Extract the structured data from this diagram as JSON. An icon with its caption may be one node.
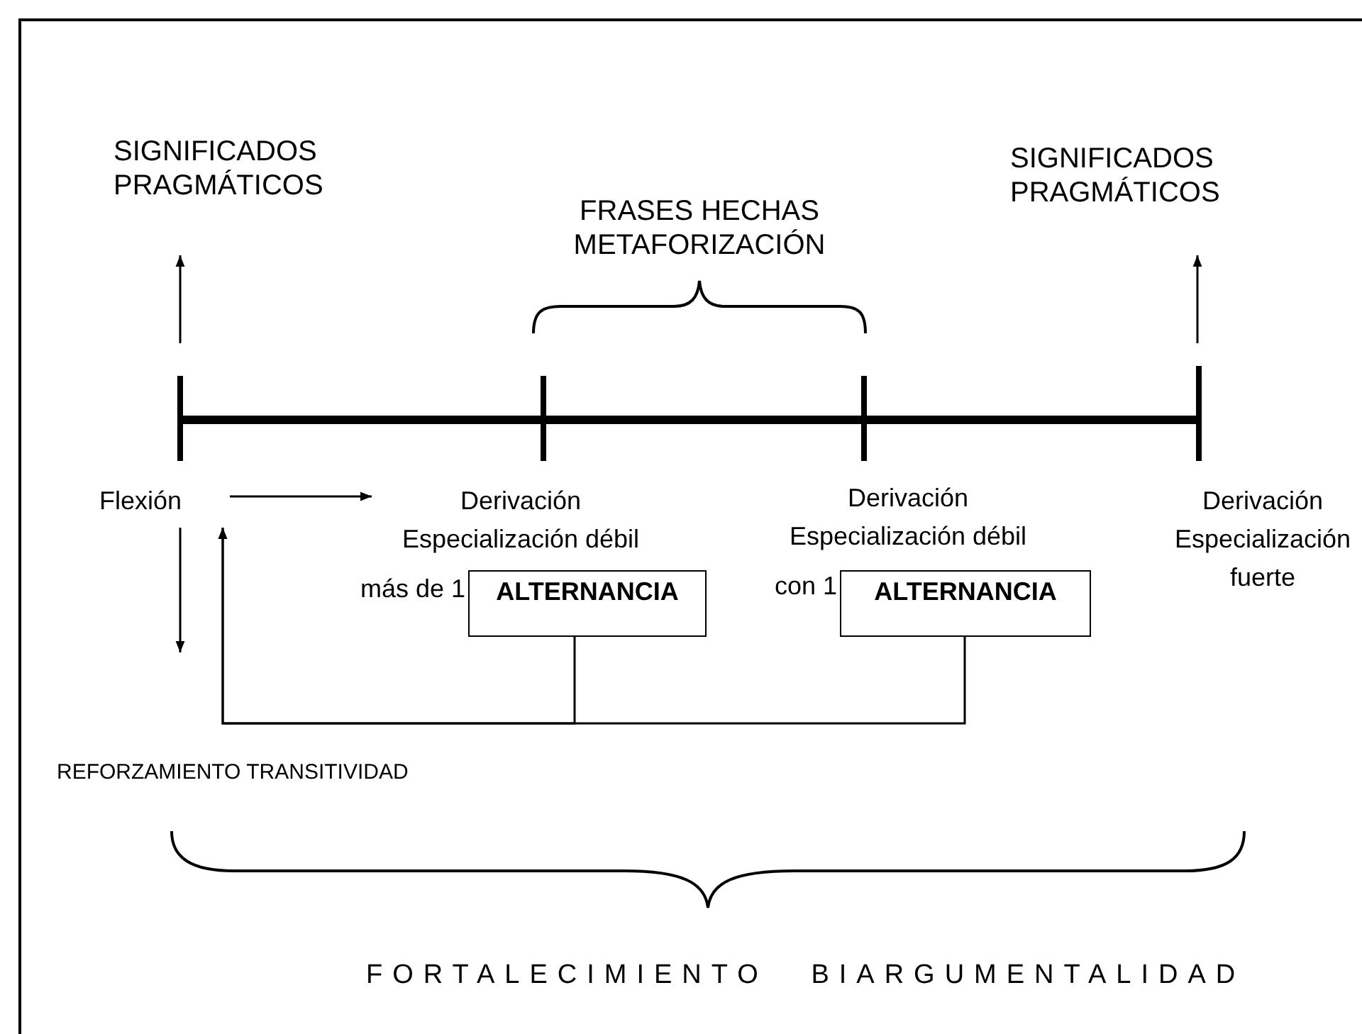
{
  "diagram": {
    "nodes": [
      {
        "text": [
          "SIGNIFICADOS PRAGMÁTICOS"
        ]
      },
      {
        "text": [
          "FRASES HECHAS METAFORIZACIÓN"
        ]
      },
      {
        "text": [
          "SIGNIFICADOS PRAGMÁTICOS"
        ]
      },
      {
        "text": [
          "Flexión"
        ]
      },
      {
        "text": [
          "Derivación Especialización débil",
          "más de 1"
        ]
      },
      {
        "text": [
          "ALTERNANCIA"
        ]
      },
      {
        "text": [
          "Derivación Especialización débil",
          "con 1"
        ]
      },
      {
        "text": [
          "ALTERNANCIA"
        ]
      },
      {
        "text": [
          "Derivación Especialización fuerte"
        ]
      }
    ],
    "edges": [
      {
        "from": null,
        "to": 0,
        "arrow": "to"
      },
      {
        "from": null,
        "to": 2,
        "arrow": "to"
      },
      {
        "from": 3,
        "to": 4,
        "arrow": "to"
      },
      {
        "from": 3,
        "to": null,
        "arrow": "to"
      },
      {
        "from": 5,
        "to": 3,
        "arrow": "to"
      },
      {
        "from": 7,
        "to": 3,
        "arrow": "to"
      }
    ],
    "labels": [
      "REFORZAMIENTO TRANSITIVIDAD",
      "FORTALECIMIENTO BIARGUMENTALIDAD"
    ]
  }
}
